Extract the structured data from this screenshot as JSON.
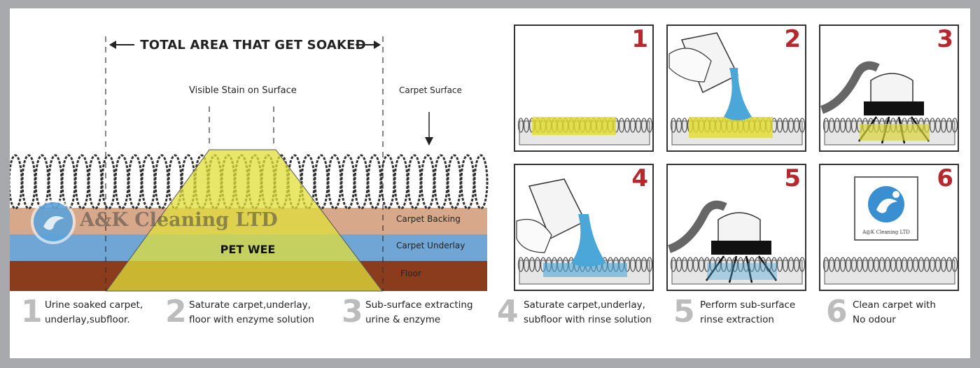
{
  "diagram": {
    "title": "TOTAL AREA THAT GET SOAKED",
    "visible_stain_label": "Visible Stain on Surface",
    "carpet_surface_label": "Carpet Surface",
    "layers": {
      "backing": "Carpet Backing",
      "underlay": "Carpet Underlay",
      "floor": "Floor"
    },
    "pet_wee_label": "PET WEE",
    "watermark": "A&K Cleaning LTD",
    "colors": {
      "backing": "#d7a98a",
      "underlay": "#6fa6d6",
      "floor": "#8b3c1d",
      "stain": "#e0df38"
    }
  },
  "panels": [
    {
      "number": "1"
    },
    {
      "number": "2"
    },
    {
      "number": "3"
    },
    {
      "number": "4"
    },
    {
      "number": "5"
    },
    {
      "number": "6",
      "logo_text": "A@K Cleaning LTD"
    }
  ],
  "steps": [
    {
      "number": "1",
      "line1": "Urine soaked carpet,",
      "line2": "underlay,subfloor."
    },
    {
      "number": "2",
      "line1": "Saturate carpet,underlay,",
      "line2": "floor with enzyme solution"
    },
    {
      "number": "3",
      "line1": "Sub-surface extracting",
      "line2": "urine & enzyme"
    },
    {
      "number": "4",
      "line1": "Saturate carpet,underlay,",
      "line2": "subfloor with rinse solution"
    },
    {
      "number": "5",
      "line1": "Perform sub-surface",
      "line2": "rinse extraction"
    },
    {
      "number": "6",
      "line1": "Clean carpet with",
      "line2": "No odour"
    }
  ]
}
